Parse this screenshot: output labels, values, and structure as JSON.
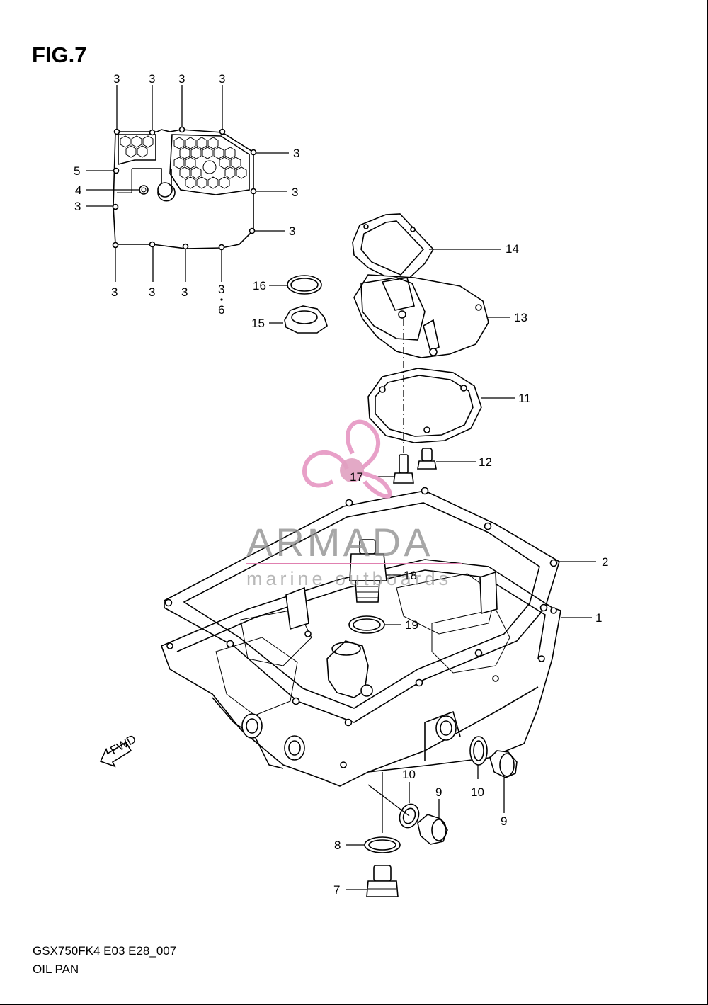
{
  "figure": {
    "title": "FIG.7",
    "model_code": "GSX750FK4 E03 E28_007",
    "section_name": "OIL PAN"
  },
  "watermark": {
    "brand": "ARMADA",
    "tagline": "marine outboards",
    "colors": {
      "propeller": "#e8a0c8",
      "hub": "#e0a0c0",
      "line": "#e080b0",
      "text": "#888888"
    }
  },
  "fwd_marker": {
    "label": "FWD",
    "icon": "arrow-fwd-icon"
  },
  "callouts": {
    "gasket_top": [
      "3",
      "3",
      "3",
      "3"
    ],
    "gasket_right": [
      "3",
      "3",
      "3"
    ],
    "gasket_left": [
      "5",
      "4",
      "3"
    ],
    "gasket_bottom": [
      "3",
      "3",
      "3",
      "3"
    ],
    "gasket_bottom_sub": "6",
    "part_14": "14",
    "part_16": "16",
    "part_15": "15",
    "part_13": "13",
    "part_11": "11",
    "part_12": "12",
    "part_17": "17",
    "part_2": "2",
    "part_18": "18",
    "part_1": "1",
    "part_19": "19",
    "part_10a": "10",
    "part_9a": "9",
    "part_10b": "10",
    "part_9b": "9",
    "part_8": "8",
    "part_7": "7"
  }
}
